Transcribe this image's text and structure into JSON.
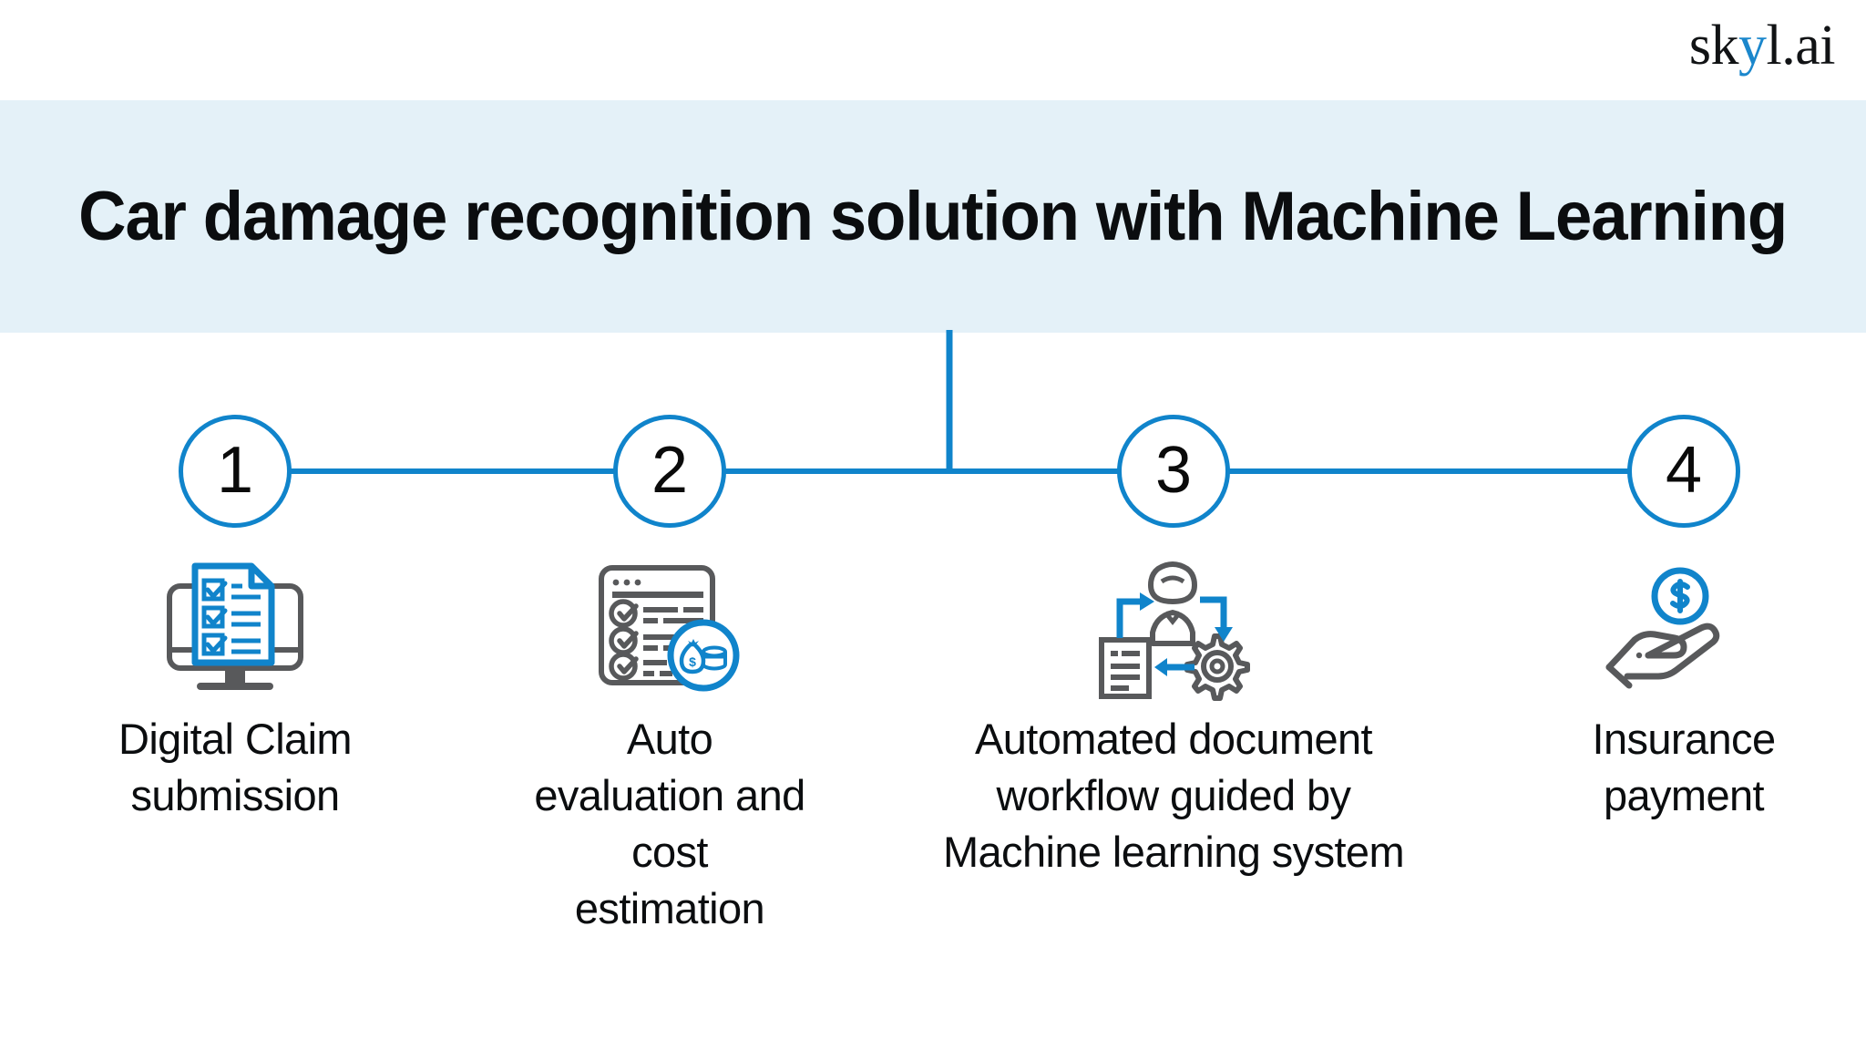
{
  "header": {
    "logo_text_before": "sk",
    "logo_text_highlight": "y",
    "logo_text_after": "l.ai",
    "logo_full": "skyl.ai"
  },
  "banner": {
    "title": "Car damage recognition solution with Machine Learning",
    "background_color": "#e4f1f8"
  },
  "colors": {
    "accent_blue": "#1084cb",
    "icon_gray": "#58595b",
    "text_black": "#0b0d0f",
    "banner_bg": "#e4f1f8",
    "page_bg": "#ffffff"
  },
  "process": {
    "steps": [
      {
        "number": "1",
        "label": "Digital Claim submission",
        "icon": "monitor-checklist-icon"
      },
      {
        "number": "2",
        "label": "Auto evaluation and cost estimation",
        "icon": "form-checklist-money-icon"
      },
      {
        "number": "3",
        "label": "Automated document workflow guided by Machine learning system",
        "icon": "workflow-person-gear-document-icon"
      },
      {
        "number": "4",
        "label": "Insurance payment",
        "icon": "hand-with-dollar-coin-icon"
      }
    ]
  }
}
